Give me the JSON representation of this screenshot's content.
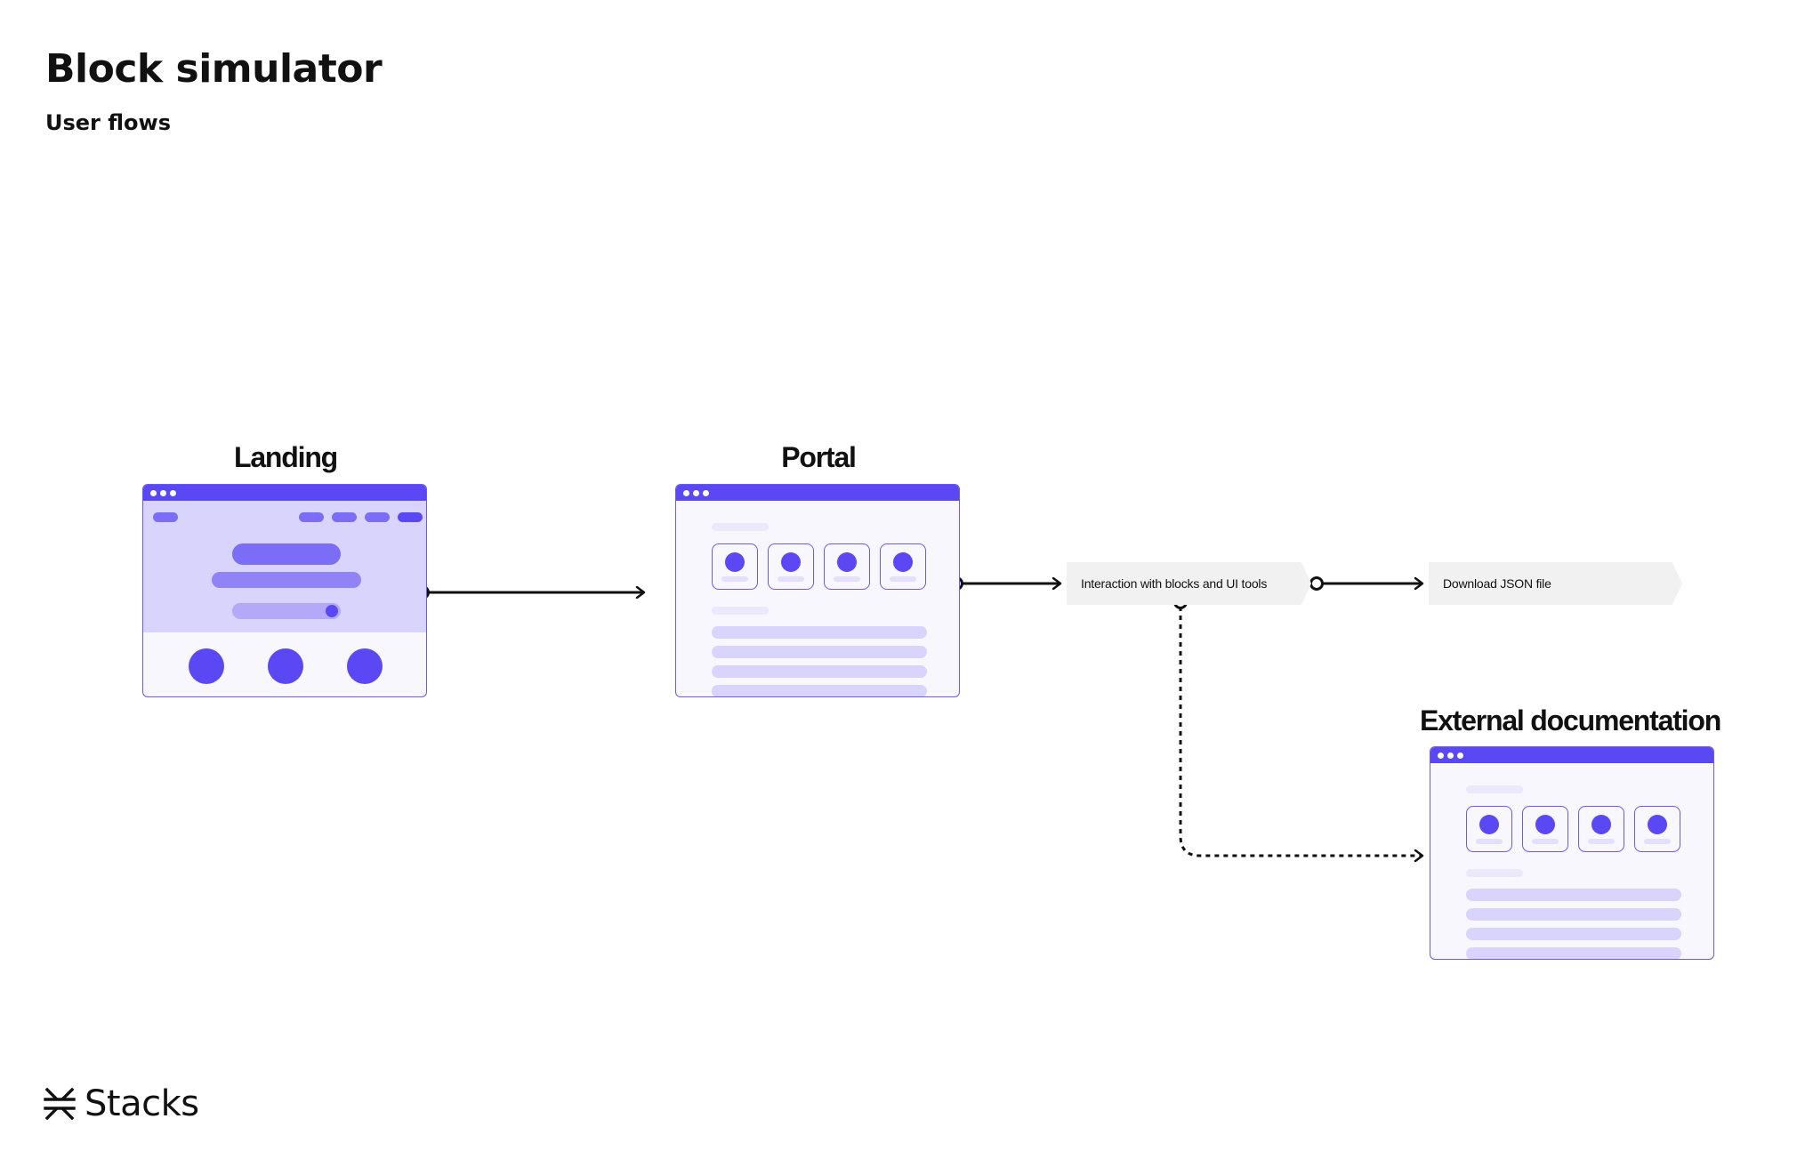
{
  "header": {
    "title": "Block simulator",
    "subtitle": "User flows"
  },
  "nodes": {
    "landing": {
      "label": "Landing"
    },
    "portal": {
      "label": "Portal"
    },
    "interaction": {
      "label": "Interaction with blocks and UI tools"
    },
    "download": {
      "label": "Download JSON file"
    },
    "docs": {
      "label": "External documentation"
    }
  },
  "colors": {
    "accent": "#5a48f5",
    "light_accent": "#d9d4fb",
    "step_bg": "#f1f1f1"
  },
  "footer": {
    "brand": "Stacks",
    "brand_icon": "stacks-logo-icon"
  }
}
